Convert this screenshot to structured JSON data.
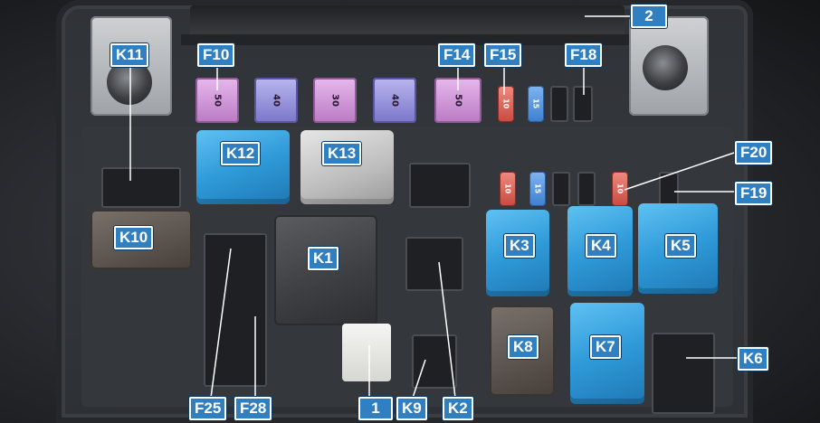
{
  "fuse_markings": {
    "f10": "50",
    "f11": "40",
    "f12": "30",
    "f13": "40",
    "f14": "50",
    "f15": "10",
    "f16": "15",
    "row2_a": "10",
    "row2_b": "15",
    "f20": "10"
  },
  "callouts": {
    "k11": "K11",
    "f10": "F10",
    "f14": "F14",
    "f15": "F15",
    "f18": "F18",
    "n2": "2",
    "k12": "K12",
    "k13": "K13",
    "f20": "F20",
    "f19": "F19",
    "k10": "K10",
    "k1": "K1",
    "k3": "K3",
    "k4": "K4",
    "k5": "K5",
    "k8": "K8",
    "k7": "K7",
    "k6": "K6",
    "f25": "F25",
    "f28": "F28",
    "n1": "1",
    "k9": "K9",
    "k2": "K2"
  },
  "colors": {
    "label_fill": "#2f7fc1",
    "label_border": "#ffffff",
    "relay_blue": "#2f9ad9",
    "relay_grey": "#bdbdbd",
    "relay_dark": "#3c3e41",
    "fuse_pink": "#d7a0de",
    "fuse_violet": "#9a96e0",
    "fuse_red": "#e06a60"
  }
}
